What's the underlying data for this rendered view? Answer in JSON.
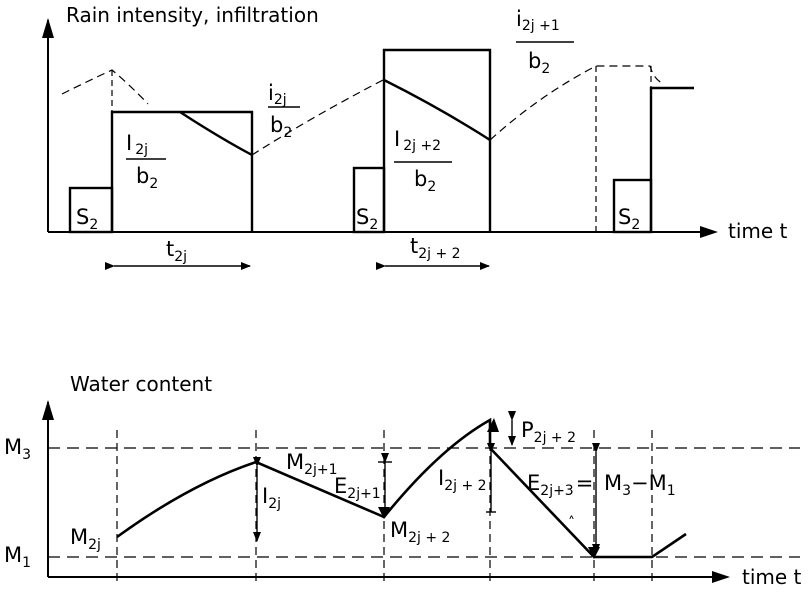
{
  "top_panel": {
    "title": "Rain intensity, infiltration",
    "x_axis_label": "time t",
    "storage_label": "S",
    "storage_sub": "2",
    "fraction_I_2j": {
      "num_main": "I",
      "num_sub": "2j",
      "den_main": "b",
      "den_sub": "2"
    },
    "fraction_i_2j": {
      "num_main": "i",
      "num_sub": "2j",
      "den_main": "b",
      "den_sub": "2"
    },
    "fraction_I_2j2": {
      "num_main": "I",
      "num_sub": "2j +2",
      "den_main": "b",
      "den_sub": "2"
    },
    "fraction_i_2j1": {
      "num_main": "i",
      "num_sub": "2j +1",
      "den_main": "b",
      "den_sub": "2"
    },
    "duration_t_2j": {
      "main": "t",
      "sub": "2j"
    },
    "duration_t_2j2": {
      "main": "t",
      "sub": "2j + 2"
    }
  },
  "bottom_panel": {
    "title": "Water content",
    "x_axis_label": "time t",
    "level_M3": {
      "main": "M",
      "sub": "3"
    },
    "level_M1": {
      "main": "M",
      "sub": "1"
    },
    "M_2j": {
      "main": "M",
      "sub": "2j"
    },
    "M_2j1": {
      "main": "M",
      "sub": "2j+1"
    },
    "M_2j2": {
      "main": "M",
      "sub": "2j + 2"
    },
    "I_2j": {
      "main": "I",
      "sub": "2j"
    },
    "E_2j1": {
      "main": "E",
      "sub": "2j+1"
    },
    "I_2j2": {
      "main": "I",
      "sub": "2j + 2"
    },
    "P_2j2": {
      "main": "P",
      "sub": "2j + 2"
    },
    "E_2j3": {
      "main": "E",
      "sub": "2j+3"
    },
    "eq_sign": "=",
    "M3_minus_M1": {
      "m": "M",
      "s3": "3",
      "dash": "−",
      "s1": "1"
    }
  }
}
